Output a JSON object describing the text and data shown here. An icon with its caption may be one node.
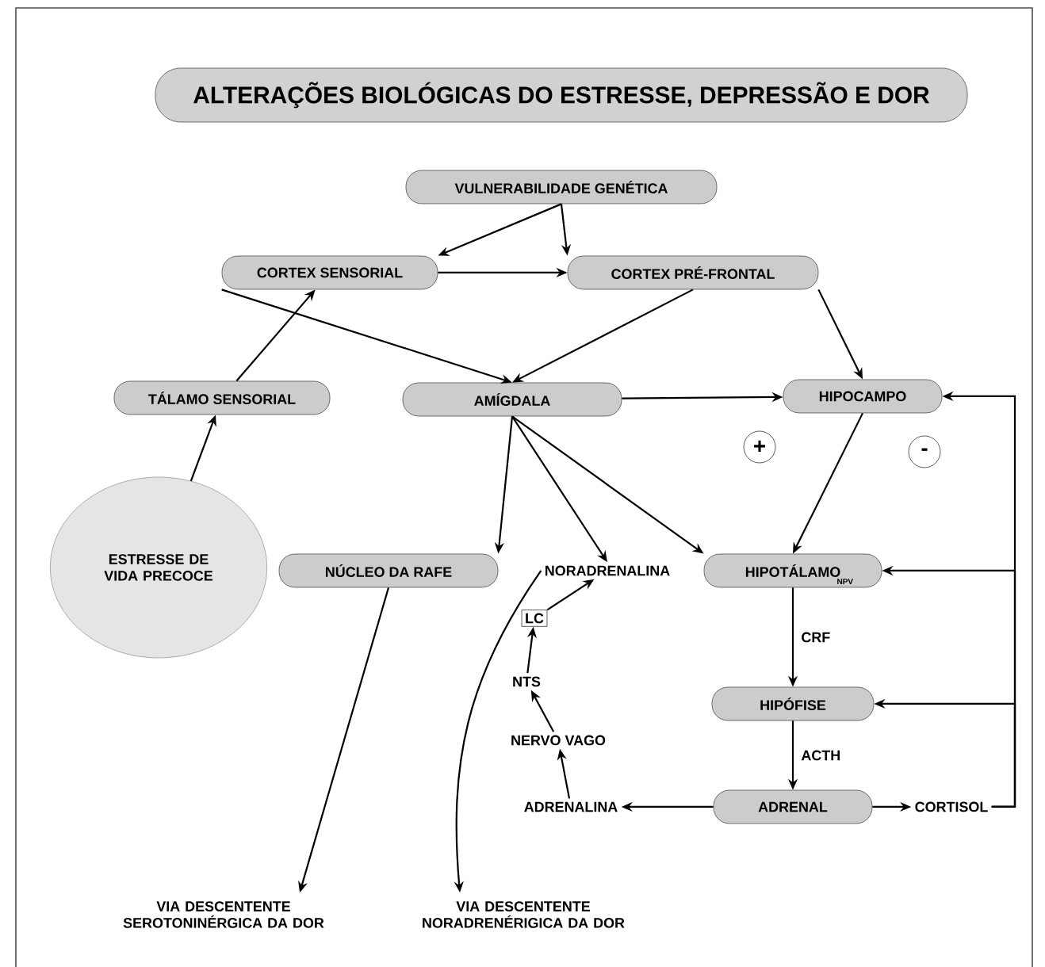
{
  "diagram": {
    "nodes": [
      {
        "text": [
          "ALTERAÇÕES BIOLÓGICAS DO ESTRESSE, DEPRESSÃO E DOR"
        ]
      },
      {
        "text": [
          "VULNERABILIDADE GENÉTICA"
        ]
      },
      {
        "text": [
          "CORTEX SENSORIAL"
        ]
      },
      {
        "text": [
          "CORTEX PRÉ-FRONTAL"
        ]
      },
      {
        "text": [
          "TÁLAMO SENSORIAL"
        ]
      },
      {
        "text": [
          "AMÍGDALA"
        ]
      },
      {
        "text": [
          "HIPOCAMPO"
        ]
      },
      {
        "text": [
          "ESTRESSE DE VIDA PRECOCE"
        ]
      },
      {
        "text": [
          "NÚCLEO DA RAFE"
        ]
      },
      {
        "text": [
          "NORADRENALINA"
        ]
      },
      {
        "text": [
          "HIPOTÁLAMO",
          "NPV"
        ]
      },
      {
        "text": [
          "LC"
        ]
      },
      {
        "text": [
          "NTS"
        ]
      },
      {
        "text": [
          "HIPÓFISE"
        ]
      },
      {
        "text": [
          "NERVO VAGO"
        ]
      },
      {
        "text": [
          "ADRENALINA"
        ]
      },
      {
        "text": [
          "ADRENAL"
        ]
      },
      {
        "text": [
          "CORTISOL"
        ]
      },
      {
        "text": [
          "VIA DESCENTENTE SEROTONINÉRGICA DA DOR"
        ]
      },
      {
        "text": [
          "VIA DESCENTENTE NORADRENÉRIGICA DA DOR"
        ]
      }
    ],
    "edges": [
      {
        "from": 1,
        "to": 2,
        "arrow": "to"
      },
      {
        "from": 1,
        "to": 3,
        "arrow": "to"
      },
      {
        "from": 2,
        "to": 3,
        "arrow": "to"
      },
      {
        "from": 4,
        "to": 2,
        "arrow": "to"
      },
      {
        "from": 2,
        "to": 5,
        "arrow": "to"
      },
      {
        "from": 3,
        "to": 5,
        "arrow": "to"
      },
      {
        "from": 3,
        "to": 6,
        "arrow": "to"
      },
      {
        "from": 5,
        "to": 6,
        "arrow": "to"
      },
      {
        "from": 7,
        "to": 4,
        "arrow": "to"
      },
      {
        "from": 5,
        "to": 8,
        "arrow": "to"
      },
      {
        "from": 5,
        "to": 9,
        "arrow": "to"
      },
      {
        "from": 5,
        "to": 10,
        "arrow": "to"
      },
      {
        "from": 6,
        "to": 10,
        "arrow": "to"
      },
      {
        "from": 10,
        "to": 13,
        "arrow": "to",
        "label": "CRF"
      },
      {
        "from": 13,
        "to": 16,
        "arrow": "to",
        "label": "ACTH"
      },
      {
        "from": 16,
        "to": 15,
        "arrow": "to"
      },
      {
        "from": 16,
        "to": 17,
        "arrow": "to"
      },
      {
        "from": 15,
        "to": 14,
        "arrow": "to"
      },
      {
        "from": 14,
        "to": 12,
        "arrow": "to"
      },
      {
        "from": 12,
        "to": 11,
        "arrow": "to"
      },
      {
        "from": 11,
        "to": 9,
        "arrow": "to"
      },
      {
        "from": 8,
        "to": 18,
        "arrow": "to"
      },
      {
        "from": 9,
        "to": 19,
        "arrow": "to"
      },
      {
        "from": 17,
        "to": 6,
        "arrow": "to"
      },
      {
        "from": 17,
        "to": 10,
        "arrow": "to"
      },
      {
        "from": 17,
        "to": 13,
        "arrow": "to"
      }
    ],
    "labels": [
      "+",
      "-"
    ]
  }
}
